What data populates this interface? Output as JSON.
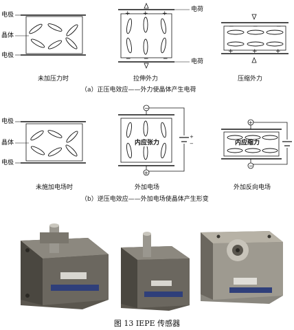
{
  "labels": {
    "electrode": "电极",
    "crystal": "晶体",
    "charge": "电荷",
    "no_pressure": "未加压力时",
    "tensile": "拉伸外力",
    "compress": "压缩外力",
    "caption_a": "（a）正压电效应——外力使晶体产生电荷",
    "no_field": "未施加电场时",
    "applied_field": "外加电场",
    "reverse_field": "外加反向电场",
    "internal_tension": "内应张力",
    "internal_compression": "内应缩力",
    "caption_b": "（b）逆压电效应——外加电场使晶体产生形变",
    "figure_caption": "图 13 IEPE 传感器"
  },
  "colors": {
    "ink": "#111111",
    "motor_dark": "#4a4740",
    "motor_mid": "#6b675f",
    "motor_light": "#8c887f",
    "plate": "#b7b2a6"
  }
}
